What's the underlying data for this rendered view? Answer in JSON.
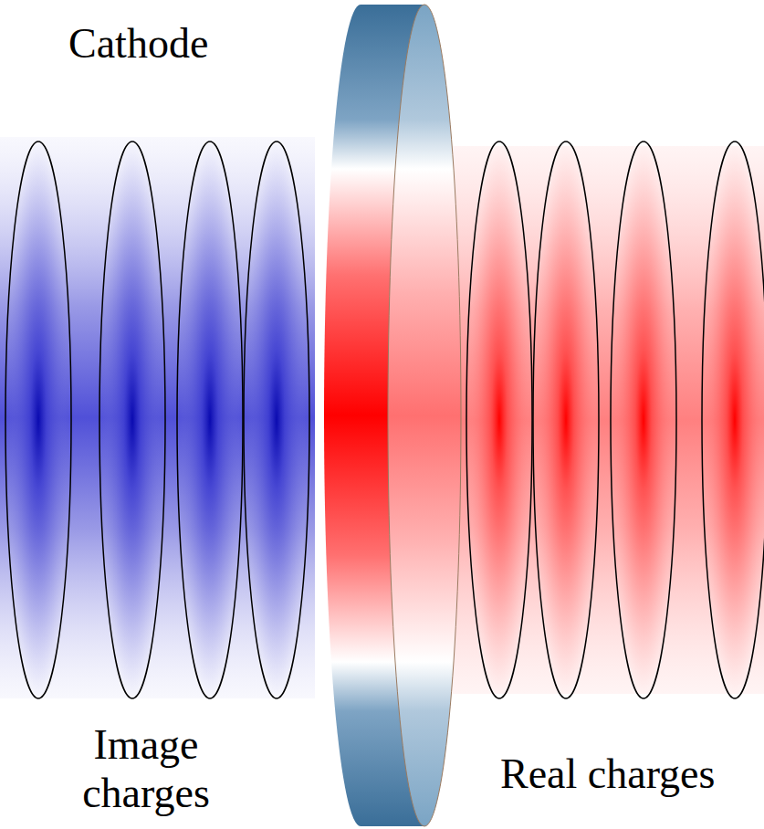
{
  "diagram": {
    "labels": [
      "Cathode",
      "Image charges",
      "Real charges"
    ]
  }
}
